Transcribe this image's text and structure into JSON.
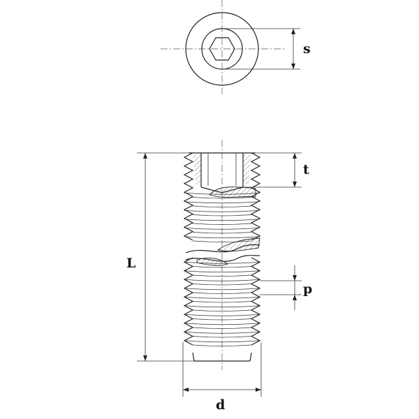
{
  "diagram": {
    "labels": {
      "hex_size": "s",
      "socket_depth": "t",
      "length": "L",
      "pitch": "p",
      "diameter": "d"
    }
  }
}
